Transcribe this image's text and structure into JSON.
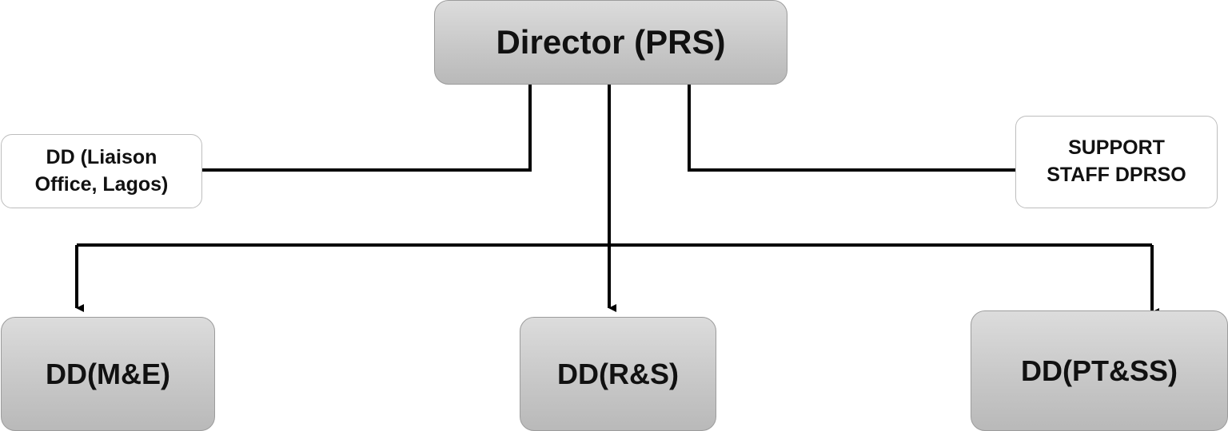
{
  "diagram": {
    "nodes": {
      "director": {
        "label": "Director (PRS)"
      },
      "liaison": {
        "label": "DD (Liaison\nOffice, Lagos)"
      },
      "support": {
        "label": "SUPPORT\nSTAFF DPRSO"
      },
      "me": {
        "label": "DD(M&E)"
      },
      "rs": {
        "label": "DD(R&S)"
      },
      "ptss": {
        "label": "DD(PT&SS)"
      }
    },
    "edges": [
      {
        "from": "director",
        "to": "liaison",
        "arrow": false
      },
      {
        "from": "director",
        "to": "support",
        "arrow": false
      },
      {
        "from": "director",
        "to": "me",
        "arrow": true
      },
      {
        "from": "director",
        "to": "rs",
        "arrow": true
      },
      {
        "from": "director",
        "to": "ptss",
        "arrow": true
      }
    ],
    "colors": {
      "box_fill_top": "#dcdcdc",
      "box_fill_bottom": "#b9b9b9",
      "line": "#000000"
    }
  }
}
